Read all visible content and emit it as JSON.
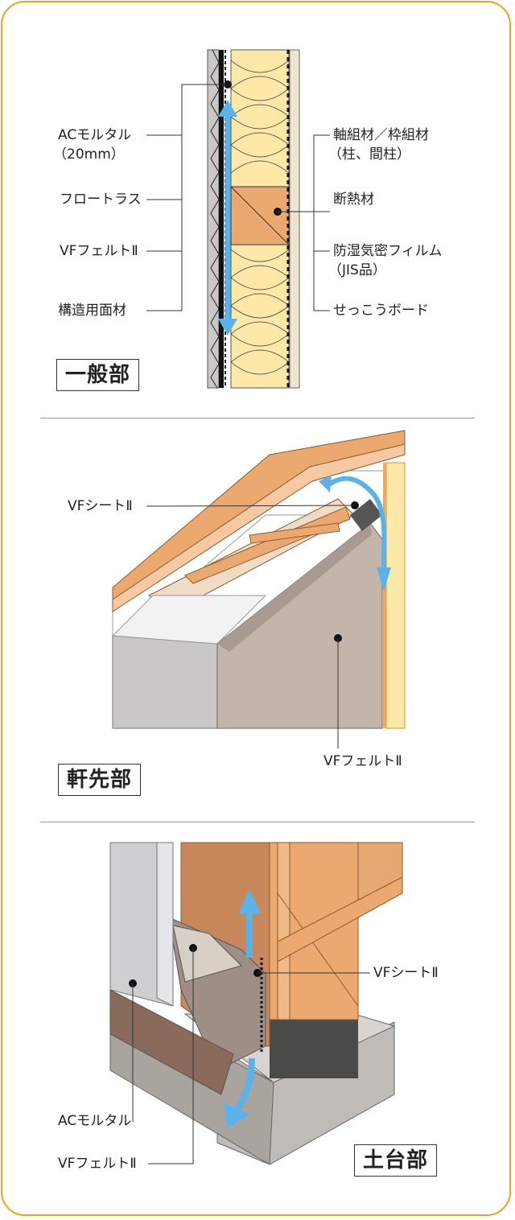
{
  "sections": [
    {
      "title": "一般部",
      "labels_left": [
        "ACモルタル",
        "（20mm）",
        "フロートラス",
        "VFフェルトⅡ",
        "構造用面材"
      ],
      "labels_right": [
        "軸組材／枠組材",
        "（柱、間柱）",
        "断熱材",
        "防湿気密フィルム",
        "（JIS品）",
        "せっこうボード"
      ]
    },
    {
      "title": "軒先部",
      "labels": [
        "VFシートⅡ",
        "VFフェルトⅡ"
      ]
    },
    {
      "title": "土台部",
      "labels": [
        "VFシートⅡ",
        "ACモルタル",
        "VFフェルトⅡ"
      ]
    }
  ],
  "colors": {
    "border": "#f0a21e",
    "arrow": "#5bb2e8",
    "wood": "#eba96f",
    "insulation": "#fde8a8"
  }
}
